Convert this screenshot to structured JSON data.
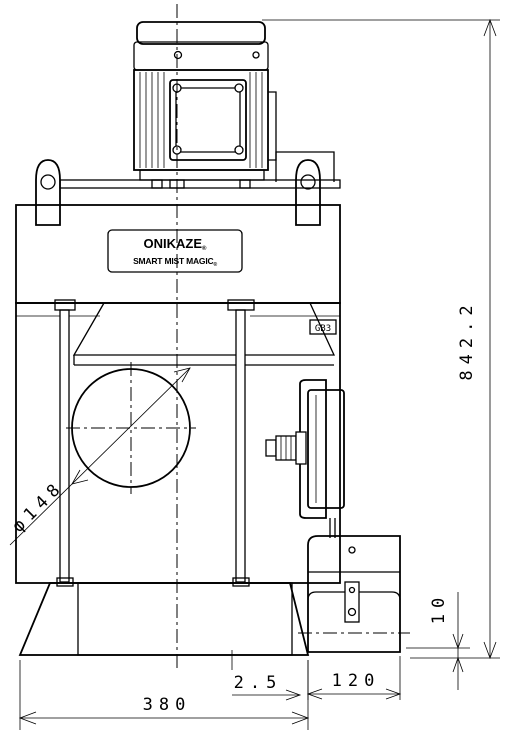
{
  "drawing": {
    "brand_line1": "ONIKAZE",
    "brand_line2": "SMART MIST MAGIC",
    "registered_mark": "®",
    "part_tag": "GB3",
    "dimensions": {
      "total_height": "842.2",
      "duct_diameter": "φ148",
      "base_width": "380",
      "base_offset": "2.5",
      "tank_width": "120",
      "tank_gap": "10"
    }
  }
}
